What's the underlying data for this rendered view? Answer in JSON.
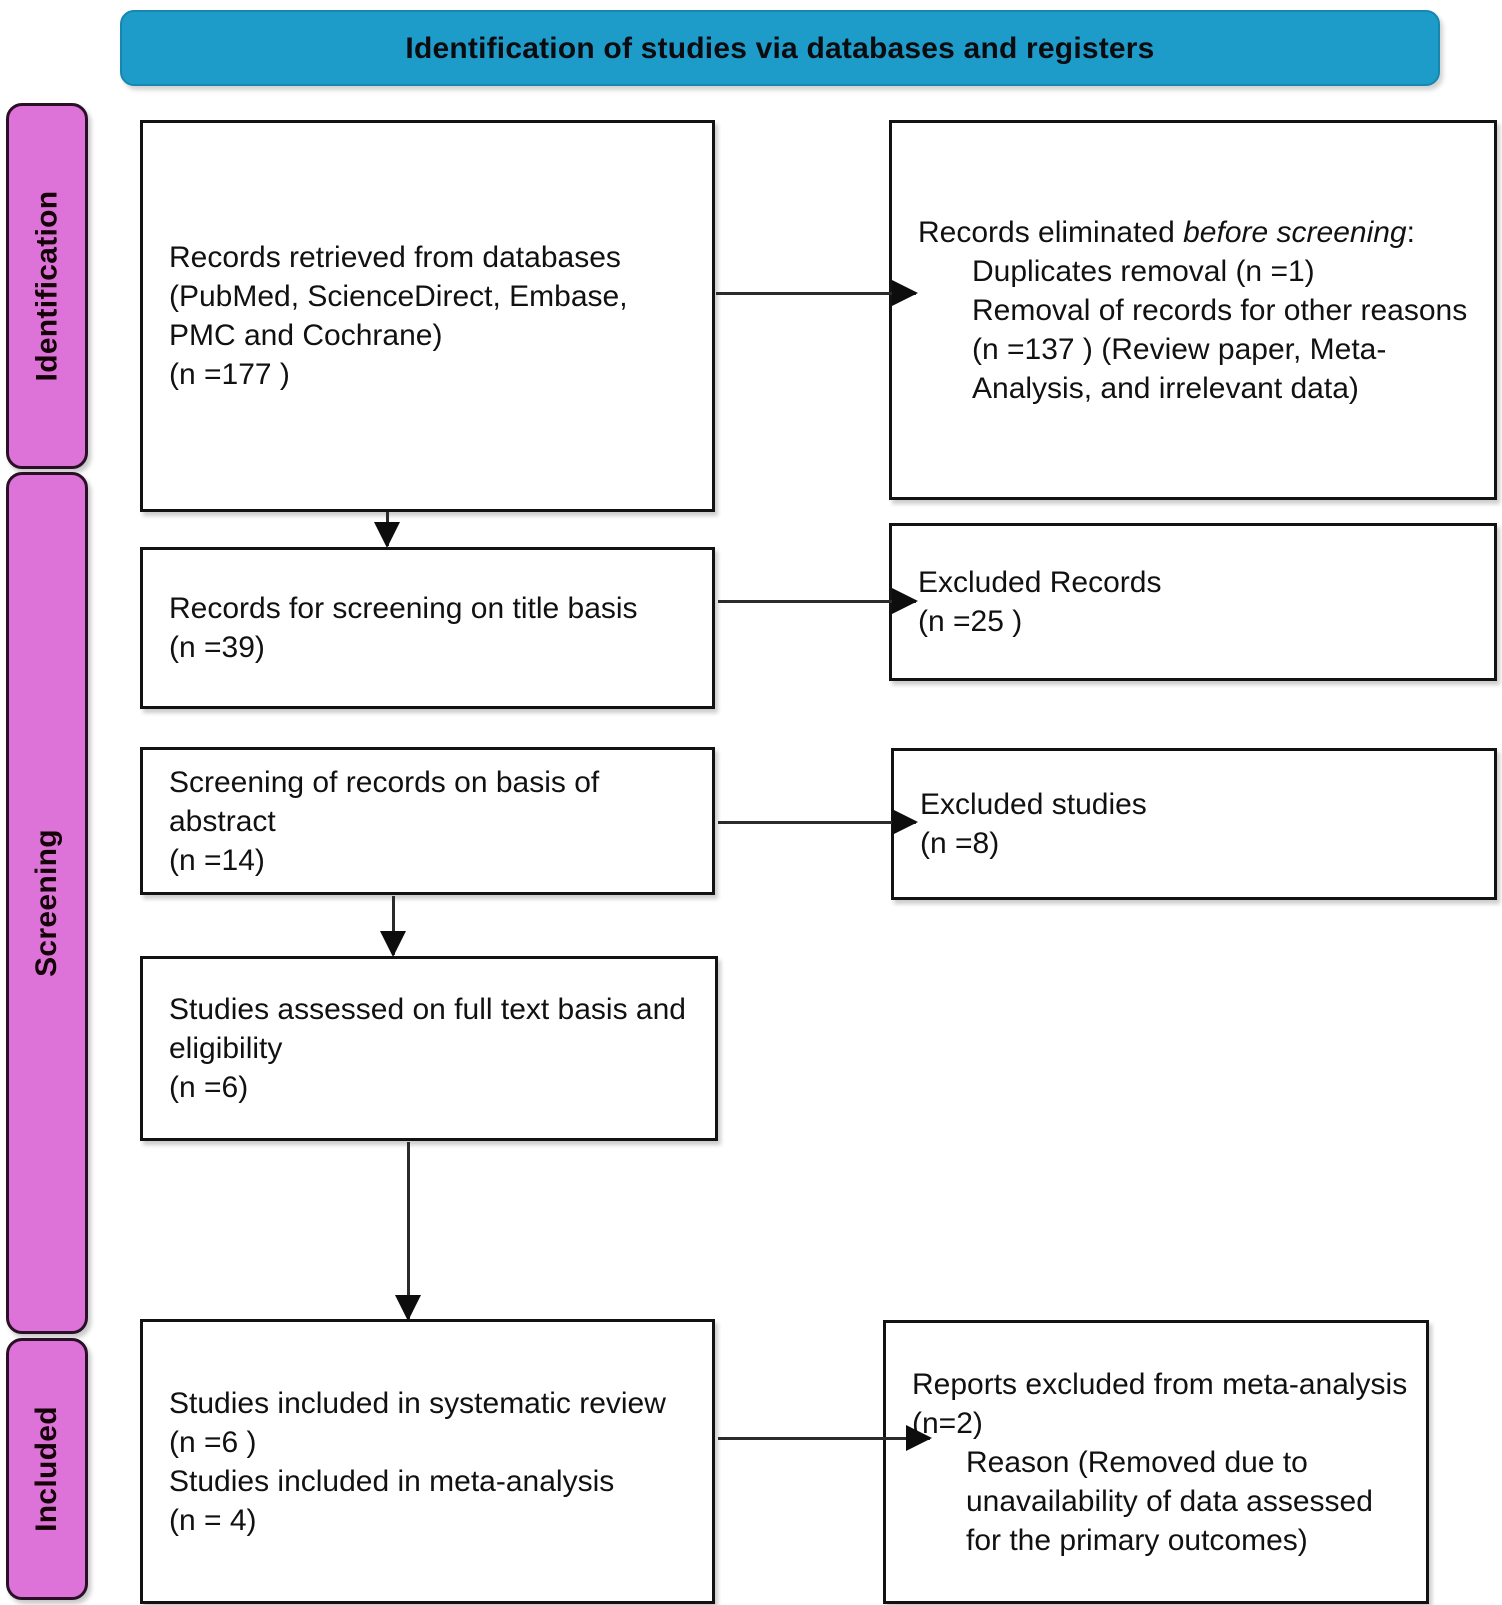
{
  "banner": {
    "title": "Identification of studies via databases and registers",
    "color": "#1d9bc9"
  },
  "phases": {
    "color": "#dd72d8",
    "identification": "Identification",
    "screening": "Screening",
    "included": "Included"
  },
  "boxes": {
    "records_retrieved": "Records retrieved from databases (PubMed, ScienceDirect, Embase, PMC and Cochrane)\n(n =177 )",
    "eliminated_before_screening": {
      "line1_prefix": "Records eliminated ",
      "line1_italic": "before screening",
      "line1_suffix": ":",
      "item1": "Duplicates removal (n =1)",
      "item2": "Removal of records for other reasons (n =137 ) (Review paper, Meta-Analysis, and irrelevant data)"
    },
    "screening_title": "Records for screening on title basis\n(n =39)",
    "excluded_records": "Excluded Records\n(n =25 )",
    "screening_abstract": "Screening of records on basis of abstract\n(n =14)",
    "excluded_studies": "Excluded studies\n(n =8)",
    "full_text": "Studies assessed on full text basis and eligibility\n(n =6)",
    "included_studies": "Studies included in systematic review\n(n =6 )\nStudies included in meta-analysis\n(n = 4)",
    "reports_excluded": {
      "main": "Reports excluded from meta-analysis (n=2)",
      "reason": "Reason (Removed due to unavailability of data assessed for the primary outcomes)"
    }
  },
  "chart_data": {
    "type": "diagram",
    "title": "Identification of studies via databases and registers",
    "nodes": [
      {
        "id": "records_retrieved",
        "phase": "Identification",
        "column": "left",
        "n": 177,
        "label": "Records retrieved from databases (PubMed, ScienceDirect, Embase, PMC and Cochrane)"
      },
      {
        "id": "eliminated_before_screening",
        "phase": "Identification",
        "column": "right",
        "label": "Records eliminated before screening",
        "sub": [
          {
            "label": "Duplicates removal",
            "n": 1
          },
          {
            "label": "Removal of records for other reasons (Review paper, Meta-Analysis, and irrelevant data)",
            "n": 137
          }
        ]
      },
      {
        "id": "screening_title",
        "phase": "Screening",
        "column": "left",
        "n": 39,
        "label": "Records for screening on title basis"
      },
      {
        "id": "excluded_records",
        "phase": "Screening",
        "column": "right",
        "n": 25,
        "label": "Excluded Records"
      },
      {
        "id": "screening_abstract",
        "phase": "Screening",
        "column": "left",
        "n": 14,
        "label": "Screening of records on basis of abstract"
      },
      {
        "id": "excluded_studies",
        "phase": "Screening",
        "column": "right",
        "n": 8,
        "label": "Excluded studies"
      },
      {
        "id": "full_text",
        "phase": "Screening",
        "column": "left",
        "n": 6,
        "label": "Studies assessed on full text basis and eligibility"
      },
      {
        "id": "included_studies",
        "phase": "Included",
        "column": "left",
        "n_systematic_review": 6,
        "n_meta_analysis": 4,
        "label": "Studies included in systematic review / meta-analysis"
      },
      {
        "id": "reports_excluded",
        "phase": "Included",
        "column": "right",
        "n": 2,
        "label": "Reports excluded from meta-analysis",
        "reason": "Removed due to unavailability of data assessed for the primary outcomes"
      }
    ],
    "edges": [
      {
        "from": "records_retrieved",
        "to": "eliminated_before_screening",
        "dir": "right"
      },
      {
        "from": "records_retrieved",
        "to": "screening_title",
        "dir": "down"
      },
      {
        "from": "screening_title",
        "to": "excluded_records",
        "dir": "right"
      },
      {
        "from": "screening_abstract",
        "to": "excluded_studies",
        "dir": "right"
      },
      {
        "from": "screening_abstract",
        "to": "full_text",
        "dir": "down"
      },
      {
        "from": "full_text",
        "to": "included_studies",
        "dir": "down"
      },
      {
        "from": "included_studies",
        "to": "reports_excluded",
        "dir": "right"
      }
    ]
  }
}
